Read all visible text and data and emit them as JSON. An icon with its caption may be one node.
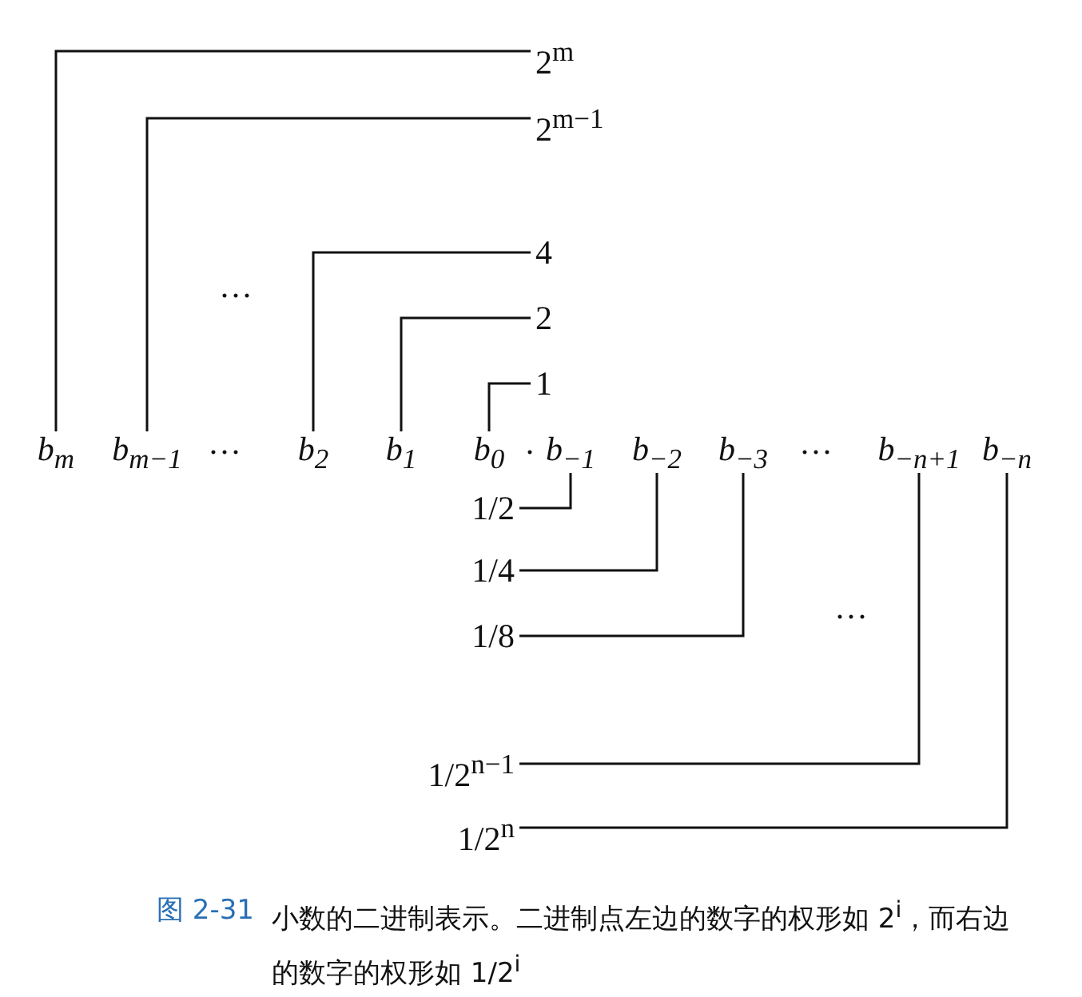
{
  "diagram": {
    "caption": "小数的二进制表示。二进制点左边的数字的权形如 2$^{i}$，而右边的数字的权形如 1/2$^{i}$",
    "nodes": [
      {
        "text": [
          "b$_{m}$"
        ]
      },
      {
        "text": [
          "b$_{m−1}$"
        ]
      },
      {
        "text": [
          "b$_{2}$"
        ]
      },
      {
        "text": [
          "b$_{1}$"
        ]
      },
      {
        "text": [
          "b$_{0}$"
        ]
      },
      {
        "text": [
          "b$_{−1}$"
        ]
      },
      {
        "text": [
          "b$_{−2}$"
        ]
      },
      {
        "text": [
          "b$_{−3}$"
        ]
      },
      {
        "text": [
          "b$_{−n+1}$"
        ]
      },
      {
        "text": [
          "b$_{−n}$"
        ]
      },
      {
        "text": [
          "2$^{m}$"
        ]
      },
      {
        "text": [
          "2$^{m−1}$"
        ]
      },
      {
        "text": [
          "4"
        ]
      },
      {
        "text": [
          "2"
        ]
      },
      {
        "text": [
          "1"
        ]
      },
      {
        "text": [
          "1/2"
        ]
      },
      {
        "text": [
          "1/4"
        ]
      },
      {
        "text": [
          "1/8"
        ]
      },
      {
        "text": [
          "1/2$^{n−1}$"
        ]
      },
      {
        "text": [
          "1/2$^{n}$"
        ]
      }
    ],
    "edges": [
      {
        "from": 10,
        "to": 0,
        "arrow": "none"
      },
      {
        "from": 11,
        "to": 1,
        "arrow": "none"
      },
      {
        "from": 12,
        "to": 2,
        "arrow": "none"
      },
      {
        "from": 13,
        "to": 3,
        "arrow": "none"
      },
      {
        "from": 14,
        "to": 4,
        "arrow": "none"
      },
      {
        "from": 15,
        "to": 5,
        "arrow": "none"
      },
      {
        "from": 16,
        "to": 6,
        "arrow": "none"
      },
      {
        "from": 17,
        "to": 7,
        "arrow": "none"
      },
      {
        "from": 18,
        "to": 8,
        "arrow": "none"
      },
      {
        "from": 19,
        "to": 9,
        "arrow": "none"
      }
    ],
    "labels": [
      "···",
      "···",
      "·",
      "···",
      "···",
      "图 2-31"
    ]
  }
}
